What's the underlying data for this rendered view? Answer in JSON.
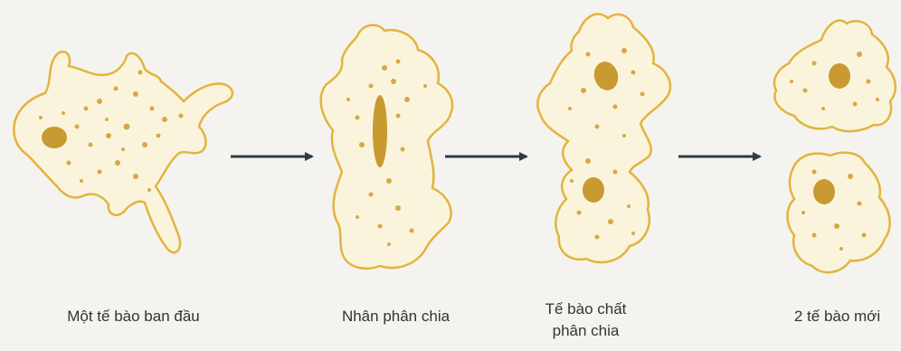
{
  "diagram": {
    "stages": [
      {
        "caption": "Một tế bào ban đầu"
      },
      {
        "caption": "Nhân phân chia"
      },
      {
        "caption": "Tế bào chất\nphân chia"
      },
      {
        "caption": "2 tế bào mới"
      }
    ],
    "colors": {
      "background": "#f4f3ef",
      "cell_fill": "#fbf4dd",
      "cell_outline": "#e2b43d",
      "nucleus": "#c89a2f",
      "granule": "#d7a845",
      "arrow": "#2f3a42",
      "caption_text": "#333333"
    }
  }
}
